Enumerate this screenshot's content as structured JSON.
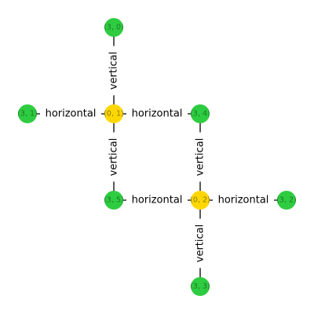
{
  "colors": {
    "background": "#ffffff",
    "edge": "#000000",
    "outer_node": "#2ecc40",
    "outer_node_text": "#1e7a2a",
    "inner_node": "#ffd700",
    "inner_node_text": "#8a7a00"
  },
  "nodes": [
    {
      "id": "3,0",
      "label": "(3, 0)",
      "kind": "outer"
    },
    {
      "id": "3,1",
      "label": "(3, 1)",
      "kind": "outer"
    },
    {
      "id": "0,1",
      "label": "(0, 1)",
      "kind": "inner"
    },
    {
      "id": "3,4",
      "label": "(3, 4)",
      "kind": "outer"
    },
    {
      "id": "3,5",
      "label": "(3, 5)",
      "kind": "outer"
    },
    {
      "id": "0,2",
      "label": "(0, 2)",
      "kind": "inner"
    },
    {
      "id": "3,2",
      "label": "(3, 2)",
      "kind": "outer"
    },
    {
      "id": "3,3",
      "label": "(3, 3)",
      "kind": "outer"
    }
  ],
  "edges": [
    {
      "source": "3,0",
      "target": "0,1",
      "label": "vertical"
    },
    {
      "source": "0,1",
      "target": "3,5",
      "label": "vertical"
    },
    {
      "source": "3,1",
      "target": "0,1",
      "label": "horizontal"
    },
    {
      "source": "0,1",
      "target": "3,4",
      "label": "horizontal"
    },
    {
      "source": "3,4",
      "target": "0,2",
      "label": "vertical"
    },
    {
      "source": "0,2",
      "target": "3,3",
      "label": "vertical"
    },
    {
      "source": "3,5",
      "target": "0,2",
      "label": "horizontal"
    },
    {
      "source": "0,2",
      "target": "3,2",
      "label": "horizontal"
    }
  ]
}
